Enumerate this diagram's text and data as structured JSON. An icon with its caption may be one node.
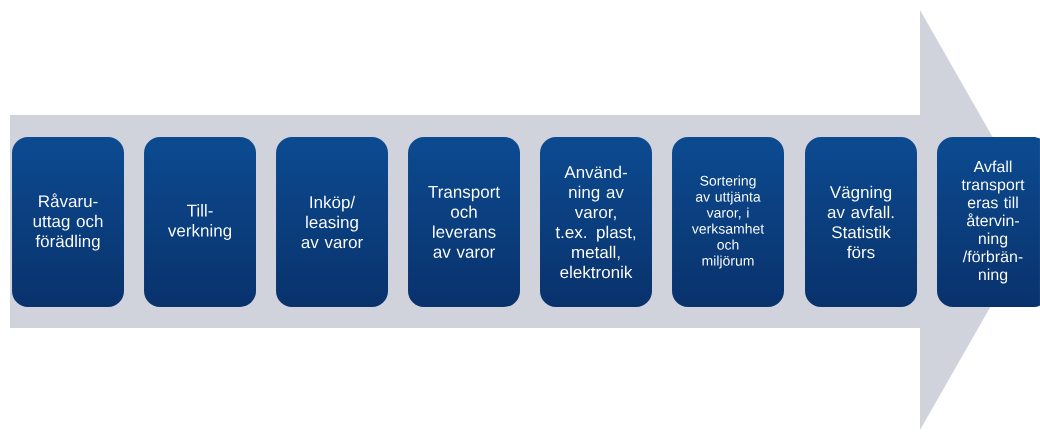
{
  "diagram": {
    "nodes": [
      {
        "text": [
          "Råvaru- uttag och förädling"
        ]
      },
      {
        "text": [
          "Till- verkning"
        ]
      },
      {
        "text": [
          "Inköp/ leasing av varor"
        ]
      },
      {
        "text": [
          "Transport och leverans av varor"
        ]
      },
      {
        "text": [
          "Använd- ning av varor, t.ex. plast, metall, elektronik"
        ]
      },
      {
        "text": [
          "Sortering av uttjänta varor, i verksamhet och miljörum"
        ]
      },
      {
        "text": [
          "Vägning av avfall. Statistik förs"
        ]
      },
      {
        "text": [
          "Avfall transport eras till återvin- ning /förbrän- ning"
        ]
      }
    ],
    "edges": [
      {
        "from": 0,
        "to": 7,
        "arrow": "to"
      }
    ]
  }
}
